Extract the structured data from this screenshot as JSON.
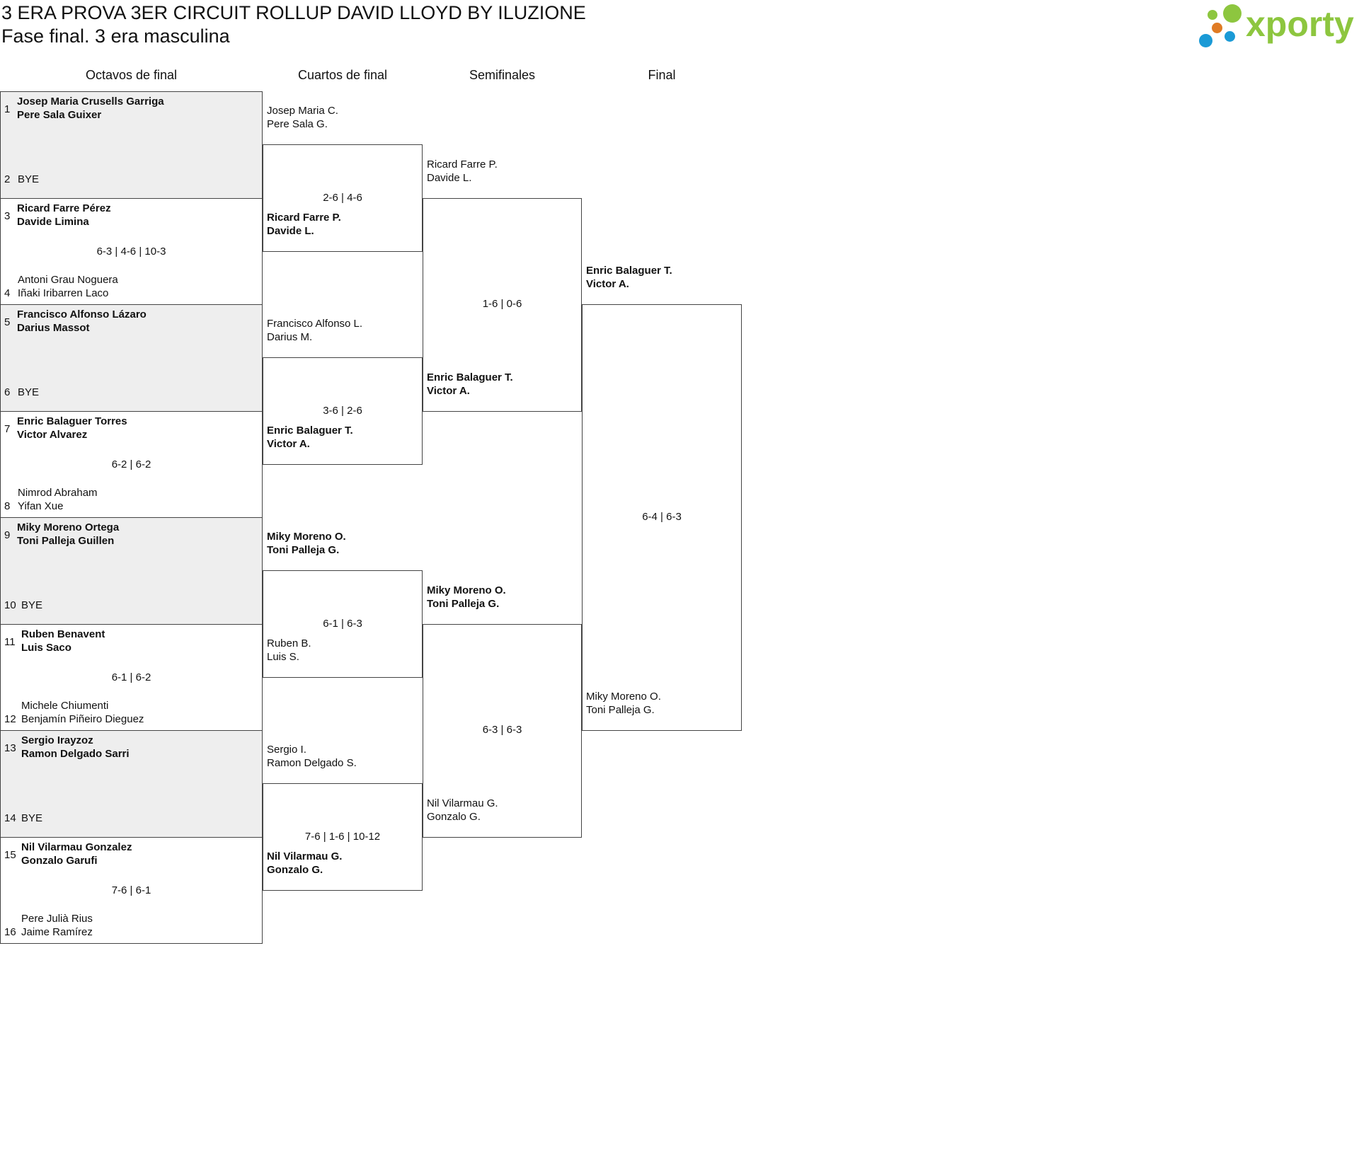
{
  "header": {
    "title": "3 ERA PROVA 3ER CIRCUIT ROLLUP DAVID LLOYD BY ILUZIONE",
    "subtitle": "Fase final. 3 era masculina",
    "logo_text": "xporty",
    "logo_dot_colors": [
      "#8dc63f",
      "#8dc63f",
      "#e07b24",
      "#1a9ad6",
      "#1a9ad6"
    ]
  },
  "rounds": [
    "Octavos de final",
    "Cuartos de final",
    "Semifinales",
    "Final"
  ],
  "colors": {
    "border": "#444444",
    "shaded": "#eeeeee",
    "brand": "#8dc63f"
  },
  "octavos": [
    {
      "seed_a": "1",
      "a1": "Josep Maria Crusells Garriga",
      "a2": "Pere Sala Guixer",
      "seed_b": "2",
      "b1": "BYE",
      "b2": "",
      "score": "",
      "winner": "a"
    },
    {
      "seed_a": "3",
      "a1": "Ricard Farre Pérez",
      "a2": "Davide Limina",
      "seed_b": "4",
      "b1": "Antoni Grau Noguera",
      "b2": "Iñaki Iribarren Laco",
      "score": "6-3 | 4-6 | 10-3",
      "winner": "a"
    },
    {
      "seed_a": "5",
      "a1": "Francisco Alfonso Lázaro",
      "a2": "Darius Massot",
      "seed_b": "6",
      "b1": "BYE",
      "b2": "",
      "score": "",
      "winner": "a"
    },
    {
      "seed_a": "7",
      "a1": "Enric Balaguer Torres",
      "a2": "Victor Alvarez",
      "seed_b": "8",
      "b1": "Nimrod Abraham",
      "b2": "Yifan Xue",
      "score": "6-2 | 6-2",
      "winner": "a"
    },
    {
      "seed_a": "9",
      "a1": "Miky Moreno Ortega",
      "a2": "Toni Palleja Guillen",
      "seed_b": "10",
      "b1": "BYE",
      "b2": "",
      "score": "",
      "winner": "a"
    },
    {
      "seed_a": "11",
      "a1": "Ruben Benavent",
      "a2": "Luis Saco",
      "seed_b": "12",
      "b1": "Michele Chiumenti",
      "b2": "Benjamín Piñeiro Dieguez",
      "score": "6-1 | 6-2",
      "winner": "a"
    },
    {
      "seed_a": "13",
      "a1": "Sergio Irayzoz",
      "a2": "Ramon Delgado Sarri",
      "seed_b": "14",
      "b1": "BYE",
      "b2": "",
      "score": "",
      "winner": "a"
    },
    {
      "seed_a": "15",
      "a1": "Nil Vilarmau Gonzalez",
      "a2": "Gonzalo Garufi",
      "seed_b": "16",
      "b1": "Pere Julià Rius",
      "b2": "Jaime Ramírez",
      "score": "7-6 | 6-1",
      "winner": "a"
    }
  ],
  "cuartos": [
    {
      "a1": "Josep Maria C.",
      "a2": "Pere Sala G.",
      "b1": "Ricard Farre P.",
      "b2": "Davide L.",
      "score": "2-6 | 4-6",
      "winner": "b"
    },
    {
      "a1": "Francisco Alfonso L.",
      "a2": "Darius M.",
      "b1": "Enric Balaguer T.",
      "b2": "Victor A.",
      "score": "3-6 | 2-6",
      "winner": "b"
    },
    {
      "a1": "Miky Moreno O.",
      "a2": "Toni Palleja G.",
      "b1": "Ruben B.",
      "b2": "Luis S.",
      "score": "6-1 | 6-3",
      "winner": "a"
    },
    {
      "a1": "Sergio I.",
      "a2": "Ramon Delgado S.",
      "b1": "Nil Vilarmau G.",
      "b2": "Gonzalo G.",
      "score": "7-6 | 1-6 | 10-12",
      "winner": "b"
    }
  ],
  "semis": [
    {
      "a1": "Ricard Farre P.",
      "a2": "Davide L.",
      "b1": "Enric Balaguer T.",
      "b2": "Victor A.",
      "score": "1-6 | 0-6",
      "winner": "b"
    },
    {
      "a1": "Miky Moreno O.",
      "a2": "Toni Palleja G.",
      "b1": "Nil Vilarmau G.",
      "b2": "Gonzalo G.",
      "score": "6-3 | 6-3",
      "winner": "a"
    }
  ],
  "final": [
    {
      "a1": "Enric Balaguer T.",
      "a2": "Victor A.",
      "b1": "Miky Moreno O.",
      "b2": "Toni Palleja G.",
      "score": "6-4 | 6-3",
      "winner": "a"
    }
  ]
}
